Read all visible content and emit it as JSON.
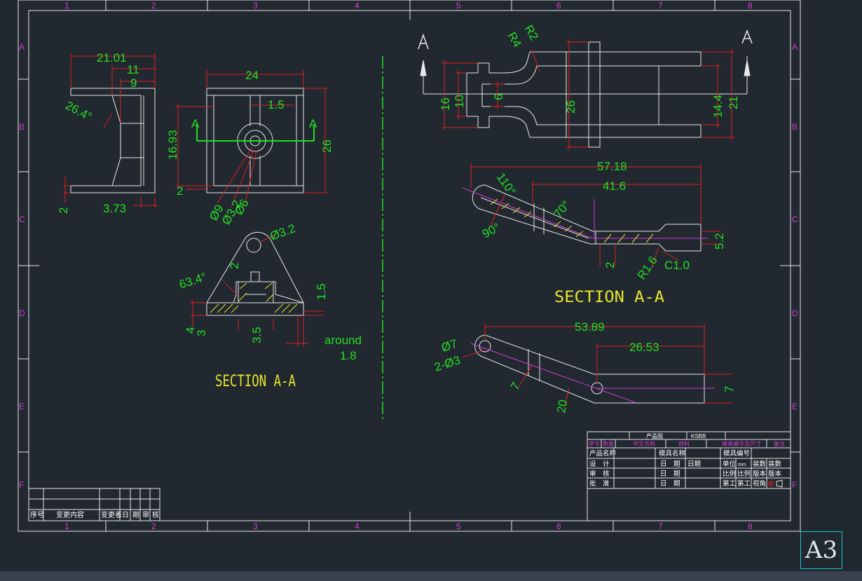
{
  "frame": {
    "columns": [
      "1",
      "2",
      "3",
      "4",
      "5",
      "6",
      "7",
      "8"
    ],
    "rows": [
      "A",
      "B",
      "C",
      "D",
      "E",
      "F"
    ]
  },
  "view1": {
    "d_21_01": "21.01",
    "d_11": "11",
    "d_9": "9",
    "angle": "26.4°",
    "d_2": "2",
    "d_3_73": "3.73"
  },
  "view2": {
    "d_24": "24",
    "d_1_5": "1.5",
    "d_16_93": "16.93",
    "d_26": "26",
    "d_2": "2",
    "arrow_a": "A",
    "dia9": "Ø9",
    "dia3_2": "Ø3.2",
    "dia6": "Ø6"
  },
  "view3": {
    "dia3_2": "Ø3.2",
    "angle": "63.4°",
    "d_2": "2",
    "d_1_5": "1.5",
    "d_4": "4",
    "d_3": "3",
    "d_3_5": "3.5",
    "around": "around",
    "d_1_8": "1.8",
    "section": "SECTION A-A"
  },
  "view4": {
    "r2": "R2",
    "r4": "R4",
    "d_16": "16",
    "d_10": "10",
    "d_6": "6",
    "d_26": "26",
    "d_14_4": "14.4",
    "d_21": "21",
    "arrow_a": "A"
  },
  "view5": {
    "d_57_18": "57.18",
    "d_41_6": "41.6",
    "a_110": "110°",
    "a_70": "70°",
    "a_90": "90°",
    "d_2": "2",
    "r1_6": "R1.6",
    "c1_0": "C1.0",
    "d_5_2": "5.2",
    "section": "SECTION A-A"
  },
  "view6": {
    "d_53_89": "53.89",
    "d_26_53": "26.53",
    "dia7": "Ø7",
    "dia3": "2-Ø3",
    "d_7a": "7",
    "d_20": "20",
    "d_7b": "7"
  },
  "revision_block": {
    "headers": [
      "序号",
      "变更内容",
      "变更者",
      "日",
      "期",
      "审",
      "核"
    ]
  },
  "title_block": {
    "row0": [
      "产品图",
      "KSBB"
    ],
    "row1": [
      "序号",
      "数量",
      "中文名称",
      "材料",
      "模具编号及尺寸",
      "备注"
    ],
    "rows": [
      [
        "产品名称",
        "",
        "模具名称",
        "",
        "模具编号",
        ""
      ],
      [
        "设　计",
        "",
        "日　期",
        "日期",
        "单位",
        "mm",
        "装数",
        "装数"
      ],
      [
        "审　核",
        "",
        "日　期",
        "",
        "比例",
        "比例",
        "版本",
        "版本"
      ],
      [
        "批　准",
        "",
        "日　期",
        "",
        "第工",
        "第工",
        "视角",
        ""
      ]
    ]
  },
  "badge": "A3",
  "colors": {
    "background": "#212830",
    "frame": "#e8e8e8",
    "dimension": "#22e022",
    "center_line": "#d23cd2",
    "leader": "#e02020",
    "section_text": "#e6e62a",
    "hatch": "#e6e62a"
  }
}
